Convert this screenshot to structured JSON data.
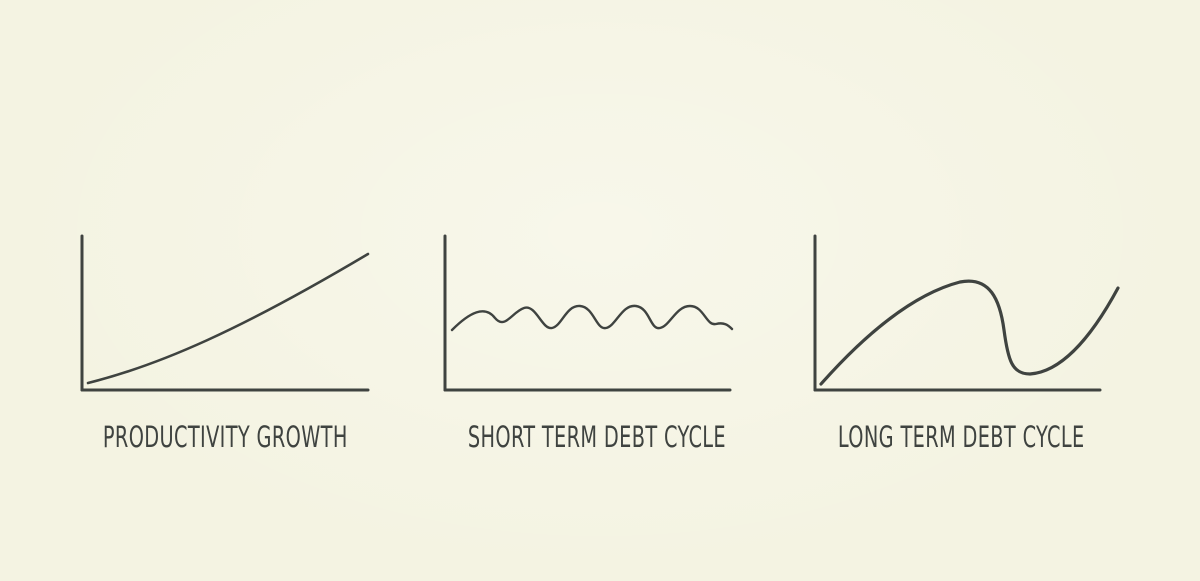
{
  "panels": [
    {
      "title": "PRODUCTIVITY GROWTH"
    },
    {
      "title": "SHORT TERM DEBT CYCLE"
    },
    {
      "title": "LONG TERM DEBT CYCLE"
    }
  ],
  "colors": {
    "background": "#f4f3e2",
    "ink": "#3f4340"
  }
}
